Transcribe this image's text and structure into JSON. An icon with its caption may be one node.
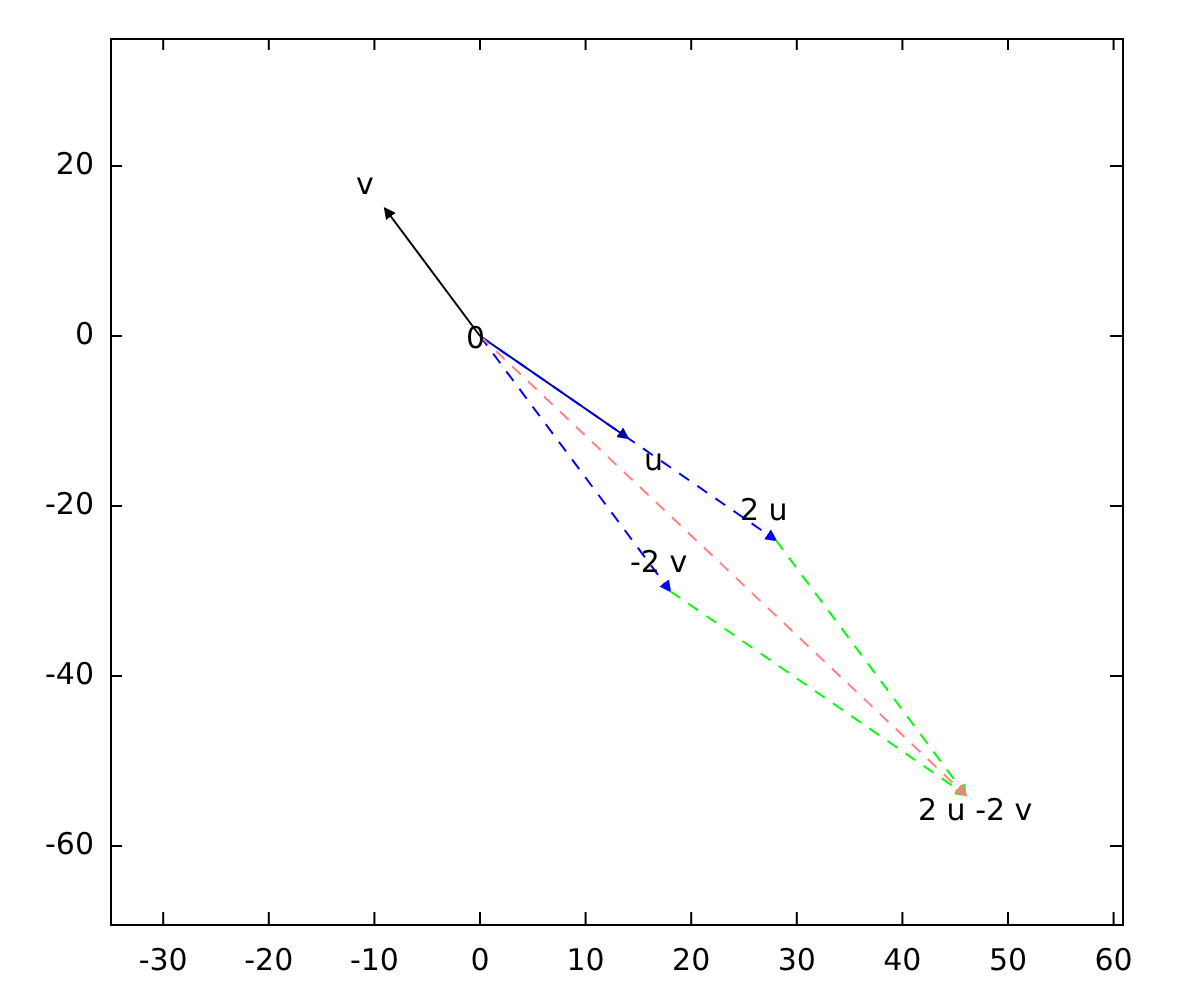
{
  "diagram": {
    "nodes": [
      {
        "text": [
          "0"
        ]
      },
      {
        "text": [
          "v"
        ]
      },
      {
        "text": [
          "u"
        ]
      },
      {
        "text": [
          "2 u"
        ]
      },
      {
        "text": [
          "-2 v"
        ]
      },
      {
        "text": [
          "2 u -2 v"
        ]
      }
    ],
    "edges": [
      {
        "from": 0,
        "to": 1,
        "arrow": "to",
        "color": "#000000"
      },
      {
        "from": 0,
        "to": 2,
        "arrow": "to",
        "color": "#0000a0"
      },
      {
        "from": 0,
        "to": 3,
        "arrow": "to",
        "style": "dashed",
        "color": "#0000ff"
      },
      {
        "from": 0,
        "to": 4,
        "arrow": "to",
        "style": "dashed",
        "color": "#0000ff"
      },
      {
        "from": 3,
        "to": 5,
        "arrow": "to",
        "style": "dashed",
        "color": "#00ff00"
      },
      {
        "from": 4,
        "to": 5,
        "arrow": "to",
        "style": "dashed",
        "color": "#00ff00"
      },
      {
        "from": 0,
        "to": 5,
        "arrow": "to",
        "style": "dashed",
        "color": "#ff8080"
      }
    ],
    "labels": [
      "20",
      "0",
      "-20",
      "-40",
      "-60",
      "-30",
      "-20",
      "-10",
      "0",
      "10",
      "20",
      "30",
      "40",
      "50",
      "60"
    ]
  }
}
